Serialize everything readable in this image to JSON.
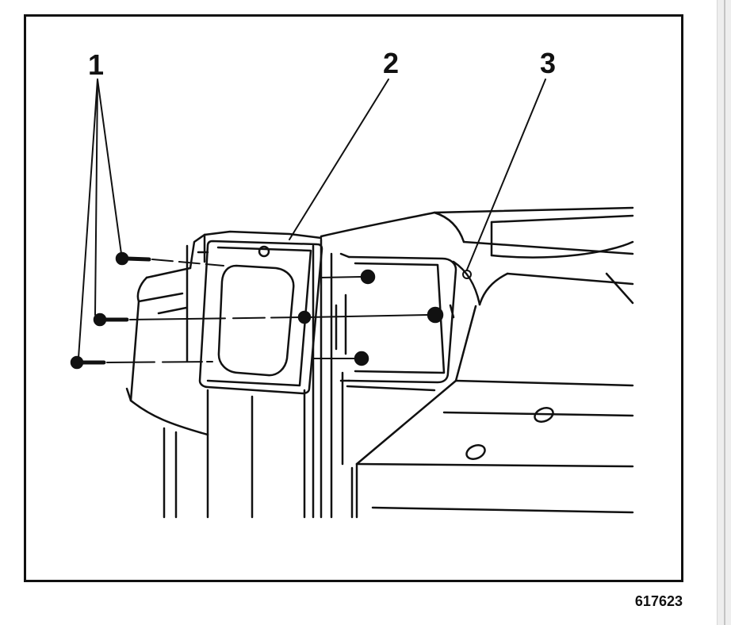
{
  "figure": {
    "callouts": {
      "c1": "1",
      "c2": "2",
      "c3": "3"
    },
    "figure_number": "617623",
    "line_color": "#111111",
    "background_color": "#ffffff"
  }
}
